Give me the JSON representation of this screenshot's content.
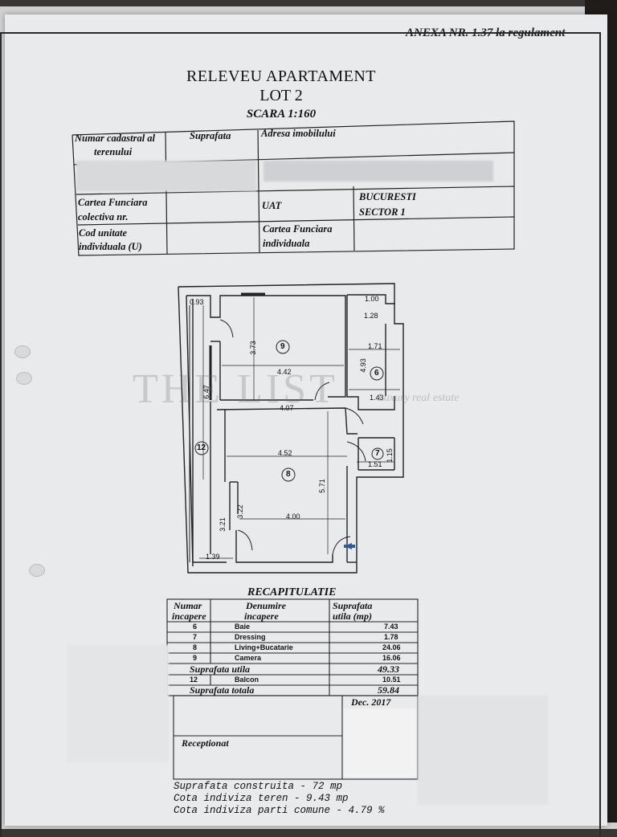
{
  "annex": "ANEXA NR. 1.37 la regulament",
  "title": "RELEVEU APARTAMENT",
  "lot": "LOT 2",
  "scale": "SCARA 1:160",
  "header_table": {
    "cadastral_label_1": "Numar cadastral al",
    "cadastral_label_2": "terenului",
    "surface_label": "Suprafata",
    "address_label": "Adresa imobilului",
    "cf_label_1": "Cartea Funciara",
    "cf_label_2": "colectiva nr.",
    "uat_label": "UAT",
    "uat_value_1": "BUCURESTI",
    "uat_value_2": "SECTOR 1",
    "unit_label_1": "Cod unitate",
    "unit_label_2": "individuala (U)",
    "cf_ind_label_1": "Cartea Funciara",
    "cf_ind_label_2": "individuala"
  },
  "plan": {
    "rooms": [
      "9",
      "6",
      "12",
      "8",
      "7"
    ],
    "dims": [
      "0.93",
      "1.00",
      "1.28",
      "3.73",
      "1.71",
      "4.42",
      "4.93",
      "1.43",
      "6.47",
      "4.07",
      "4.52",
      "1.51",
      "1.15",
      "5.71",
      "4.00",
      "3.22",
      "3.21",
      "1.39"
    ]
  },
  "watermark": "THE LIST",
  "watermark_sub": "Luxury real estate",
  "recap": {
    "title": "RECAPITULATIE",
    "col1_1": "Numar",
    "col1_2": "incapere",
    "col2_1": "Denumire",
    "col2_2": "incapere",
    "col3_1": "Suprafata",
    "col3_2": "utila  (mp)",
    "rows": [
      {
        "num": "6",
        "name": "Baie",
        "area": "7.43"
      },
      {
        "num": "7",
        "name": "Dressing",
        "area": "1.78"
      },
      {
        "num": "8",
        "name": "Living+Bucatarie",
        "area": "24.06"
      },
      {
        "num": "9",
        "name": "Camera",
        "area": "16.06"
      }
    ],
    "useful_label": "Suprafata utila",
    "useful_value": "49.33",
    "balcony": {
      "num": "12",
      "name": "Balcon",
      "area": "10.51"
    },
    "total_label": "Suprafata totala",
    "total_value": "59.84",
    "date": "Dec. 2017",
    "received": "Receptionat"
  },
  "footer": {
    "line1": "Suprafata construita - 72 mp",
    "line2": "Cota indiviza teren - 9.43 mp",
    "line3": "Cota indiviza parti comune - 4.79 %"
  }
}
